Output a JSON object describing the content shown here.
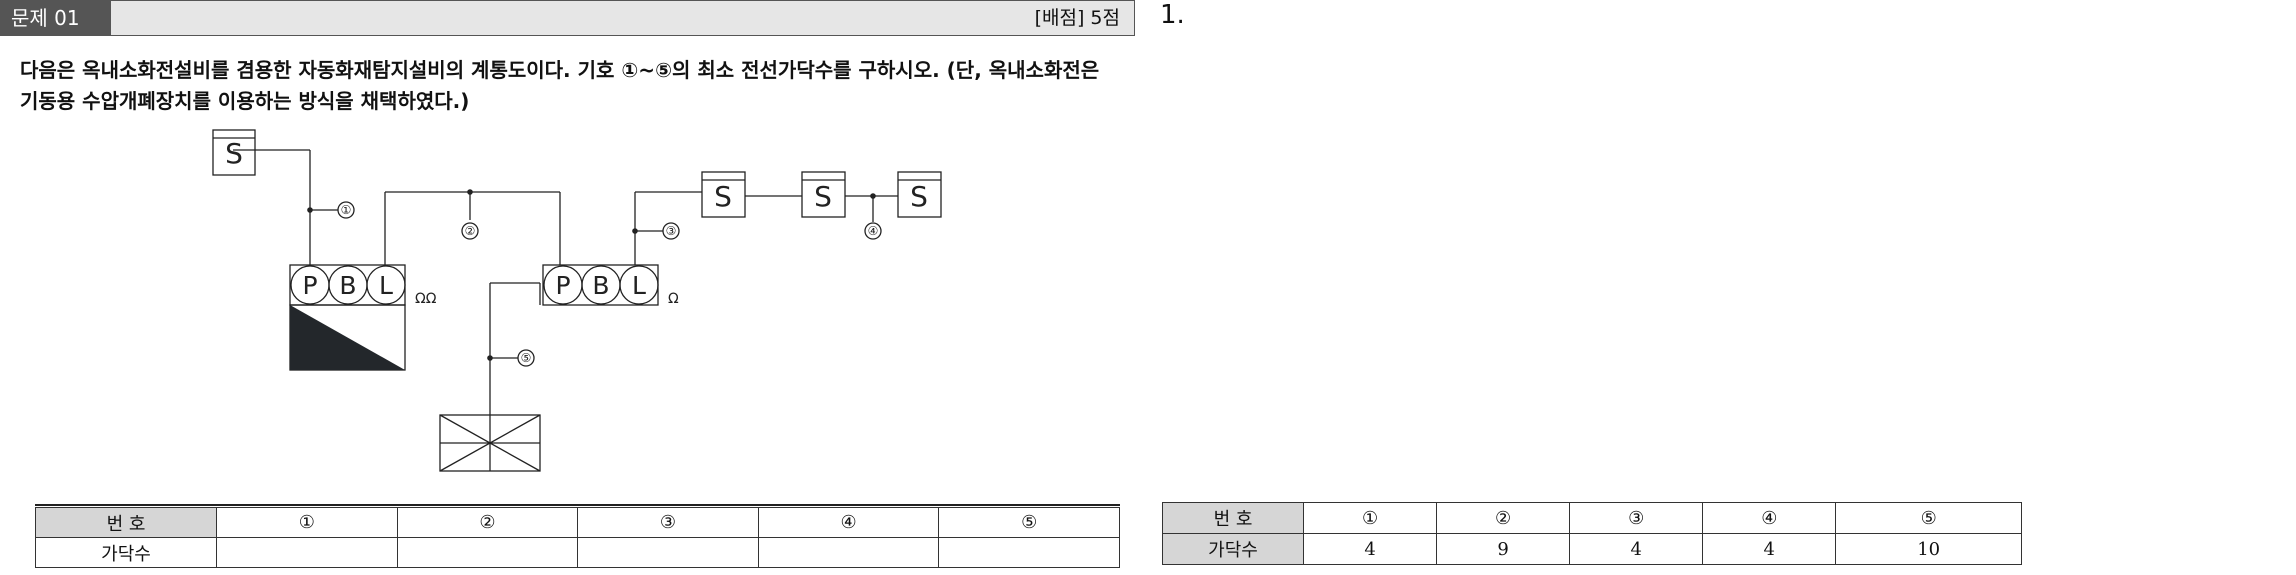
{
  "header": {
    "number": "문제 01",
    "score": "[배점] 5점"
  },
  "answer_label": "1.",
  "question": {
    "line1": "다음은 옥내소화전설비를 겸용한 자동화재탐지설비의 계통도이다. 기호 ①~⑤의 최소 전선가닥수를 구하시오. (단, 옥내소화전은",
    "line2": "기동용 수압개폐장치를 이용하는 방식을 채택하였다.)"
  },
  "diagram": {
    "detector": "S",
    "box1": [
      "P",
      "B",
      "L"
    ],
    "box1_omega": "ΩΩ",
    "box2": [
      "P",
      "B",
      "L"
    ],
    "box2_omega": "Ω",
    "markers": [
      "①",
      "②",
      "③",
      "④",
      "⑤"
    ]
  },
  "table": {
    "row1_header": "번 호",
    "row2_header": "가닥수",
    "columns": [
      "①",
      "②",
      "③",
      "④",
      "⑤"
    ]
  },
  "answer_table": {
    "row1_header": "번 호",
    "row2_header": "가닥수",
    "columns": [
      "①",
      "②",
      "③",
      "④",
      "⑤"
    ],
    "values": [
      "4",
      "9",
      "4",
      "4",
      "10"
    ]
  }
}
